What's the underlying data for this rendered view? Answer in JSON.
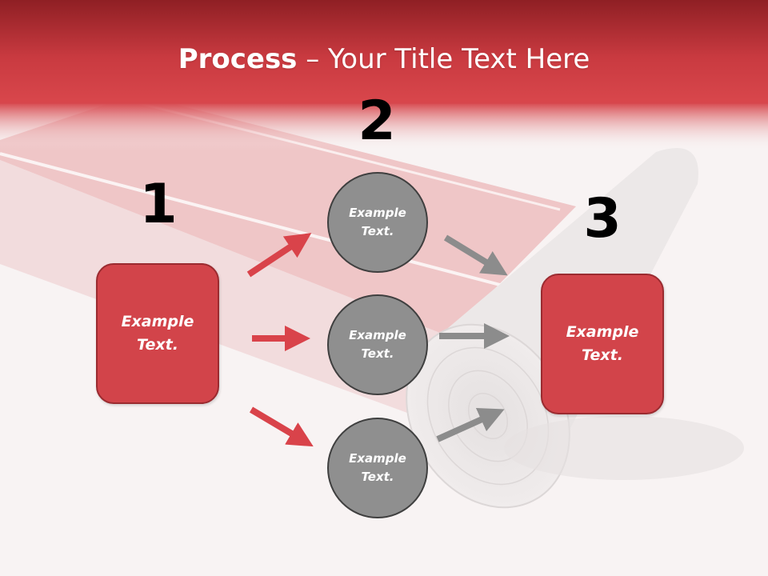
{
  "title": {
    "bold": "Process",
    "rest": " – Your Title Text Here"
  },
  "steps": [
    {
      "number": "1",
      "label_line1": "Example",
      "label_line2": "Text."
    },
    {
      "number": "2",
      "nodes": [
        {
          "label_line1": "Example",
          "label_line2": "Text."
        },
        {
          "label_line1": "Example",
          "label_line2": "Text."
        },
        {
          "label_line1": "Example",
          "label_line2": "Text."
        }
      ]
    },
    {
      "number": "3",
      "label_line1": "Example",
      "label_line2": "Text."
    }
  ],
  "colors": {
    "header_red": "#c8363c",
    "box_red": "#d2444a",
    "circle_gray": "#8f8f8f",
    "arrow_red": "#d9434a",
    "arrow_gray": "#8c8c8c"
  }
}
